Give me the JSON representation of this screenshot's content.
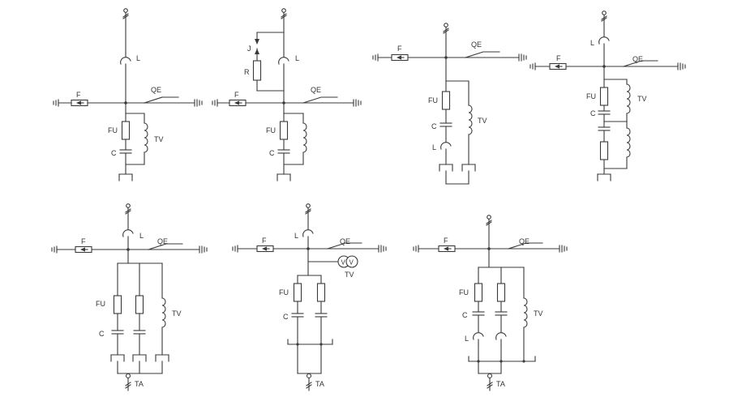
{
  "labels": {
    "F": "F",
    "QE": "QE",
    "L": "L",
    "FU": "FU",
    "C": "C",
    "TV": "TV",
    "TA": "TA",
    "J": "J",
    "R": "R",
    "V": "V"
  },
  "colors": {
    "line": "#3a3a3a",
    "text": "#333333",
    "background": "#ffffff"
  }
}
